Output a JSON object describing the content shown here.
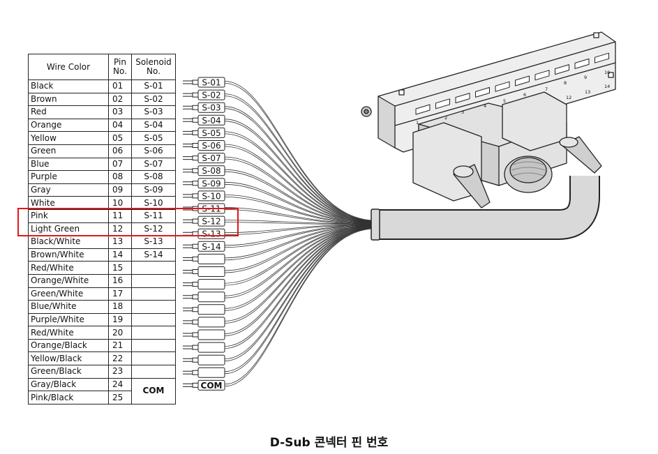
{
  "table": {
    "headers": [
      "Wire Color",
      "Pin No.",
      "Solenoid No."
    ],
    "rows": [
      {
        "color": "Black",
        "pin": "01",
        "solenoid": "S-01"
      },
      {
        "color": "Brown",
        "pin": "02",
        "solenoid": "S-02"
      },
      {
        "color": "Red",
        "pin": "03",
        "solenoid": "S-03"
      },
      {
        "color": "Orange",
        "pin": "04",
        "solenoid": "S-04"
      },
      {
        "color": "Yellow",
        "pin": "05",
        "solenoid": "S-05"
      },
      {
        "color": "Green",
        "pin": "06",
        "solenoid": "S-06"
      },
      {
        "color": "Blue",
        "pin": "07",
        "solenoid": "S-07"
      },
      {
        "color": "Purple",
        "pin": "08",
        "solenoid": "S-08"
      },
      {
        "color": "Gray",
        "pin": "09",
        "solenoid": "S-09"
      },
      {
        "color": "White",
        "pin": "10",
        "solenoid": "S-10"
      },
      {
        "color": "Pink",
        "pin": "11",
        "solenoid": "S-11"
      },
      {
        "color": "Light Green",
        "pin": "12",
        "solenoid": "S-12"
      },
      {
        "color": "Black/White",
        "pin": "13",
        "solenoid": "S-13"
      },
      {
        "color": "Brown/White",
        "pin": "14",
        "solenoid": "S-14"
      },
      {
        "color": "Red/White",
        "pin": "15",
        "solenoid": ""
      },
      {
        "color": "Orange/White",
        "pin": "16",
        "solenoid": ""
      },
      {
        "color": "Green/White",
        "pin": "17",
        "solenoid": ""
      },
      {
        "color": "Blue/White",
        "pin": "18",
        "solenoid": ""
      },
      {
        "color": "Purple/White",
        "pin": "19",
        "solenoid": ""
      },
      {
        "color": "Red/White",
        "pin": "20",
        "solenoid": ""
      },
      {
        "color": "Orange/Black",
        "pin": "21",
        "solenoid": ""
      },
      {
        "color": "Yellow/Black",
        "pin": "22",
        "solenoid": ""
      },
      {
        "color": "Green/Black",
        "pin": "23",
        "solenoid": ""
      },
      {
        "color": "Gray/Black",
        "pin": "24",
        "solenoid": ""
      },
      {
        "color": "Pink/Black",
        "pin": "25",
        "solenoid": ""
      }
    ],
    "com_label": "COM"
  },
  "terminal_labels": [
    "S-01",
    "S-02",
    "S-03",
    "S-04",
    "S-05",
    "S-06",
    "S-07",
    "S-08",
    "S-09",
    "S-10",
    "S-11",
    "S-12",
    "S-13",
    "S-14",
    "",
    "",
    "",
    "",
    "",
    "",
    "",
    "",
    "",
    "",
    "COM"
  ],
  "connector_pin_numbers": [
    "1",
    "2",
    "3",
    "4",
    "5",
    "6",
    "7",
    "8",
    "9",
    "10",
    "12",
    "13",
    "14"
  ],
  "highlighted_rows": [
    "11",
    "12"
  ],
  "colors": {
    "highlight": "#e01818",
    "line": "#222222",
    "connector_fill": "#d9d9d9"
  },
  "caption": "D-Sub 콘넥터 핀 번호"
}
